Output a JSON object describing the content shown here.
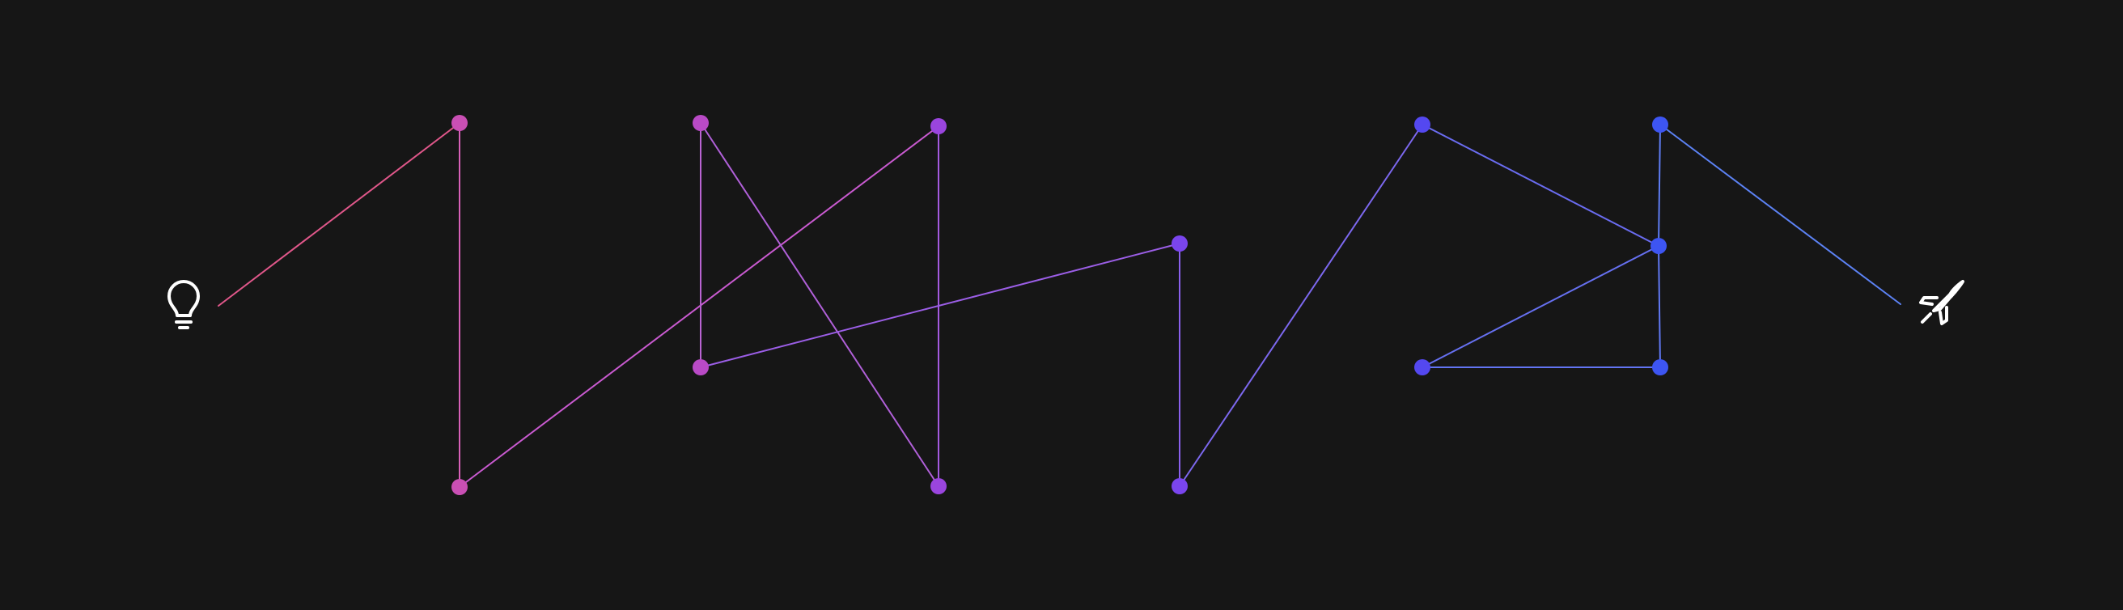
{
  "diagram": {
    "background": "#161616",
    "icons": {
      "start": {
        "name": "lightbulb-icon",
        "color": "#ffffff"
      },
      "end": {
        "name": "rocket-icon",
        "color": "#ffffff"
      }
    },
    "colors": {
      "pink": "#c94fb4",
      "magenta": "#b94ac6",
      "purple": "#9a45de",
      "violet": "#7a45ee",
      "indigo": "#5448f0",
      "blue": "#3d55f2"
    },
    "nodes": [
      {
        "id": "n1",
        "color": "#c94fb4"
      },
      {
        "id": "n2",
        "color": "#c94fb4"
      },
      {
        "id": "n3",
        "color": "#b94ac6"
      },
      {
        "id": "n4",
        "color": "#b94ac6"
      },
      {
        "id": "n5",
        "color": "#9a45de"
      },
      {
        "id": "n6",
        "color": "#9a45de"
      },
      {
        "id": "n7",
        "color": "#7a45ee"
      },
      {
        "id": "n8",
        "color": "#7a45ee"
      },
      {
        "id": "n9",
        "color": "#5448f0"
      },
      {
        "id": "n10",
        "color": "#5448f0"
      },
      {
        "id": "n11",
        "color": "#3d55f2"
      },
      {
        "id": "n12",
        "color": "#3d55f2"
      },
      {
        "id": "n13",
        "color": "#3d55f2"
      }
    ],
    "edges": [
      {
        "from": "start",
        "to": "n1",
        "color": "#e0578a"
      },
      {
        "from": "n1",
        "to": "n2",
        "color": "#d760b8"
      },
      {
        "from": "n2",
        "to": "n6",
        "color": "#c95ad0"
      },
      {
        "from": "n6",
        "to": "n5",
        "color": "#a45ae0"
      },
      {
        "from": "n5",
        "to": "n3",
        "color": "#b060d8"
      },
      {
        "from": "n3",
        "to": "n4",
        "color": "#b964d2"
      },
      {
        "from": "n4",
        "to": "n7",
        "color": "#9b5ee6"
      },
      {
        "from": "n7",
        "to": "n8",
        "color": "#8a60ec"
      },
      {
        "from": "n8",
        "to": "n9",
        "color": "#7c68ee"
      },
      {
        "from": "n9",
        "to": "n12",
        "color": "#6a6cf0"
      },
      {
        "from": "n12",
        "to": "n10",
        "color": "#6670f0"
      },
      {
        "from": "n10",
        "to": "n13",
        "color": "#6274f2"
      },
      {
        "from": "n13",
        "to": "n12",
        "color": "#6078f2"
      },
      {
        "from": "n12",
        "to": "n11",
        "color": "#5e7cf2"
      },
      {
        "from": "n11",
        "to": "end",
        "color": "#5c82f4"
      }
    ]
  }
}
